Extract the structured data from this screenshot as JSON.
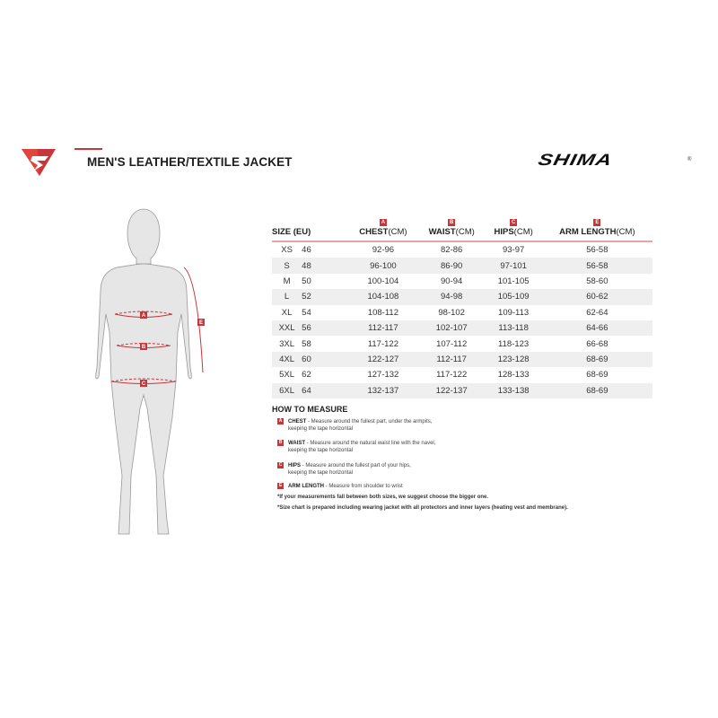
{
  "header": {
    "title": "MEN'S LEATHER/TEXTILE JACKET",
    "brand": "SHIMA",
    "brand_mark": "®"
  },
  "table": {
    "columns": [
      {
        "label": "SIZE (EU)",
        "badge": "",
        "unit": ""
      },
      {
        "label": "CHEST",
        "badge": "A",
        "unit": "(CM)"
      },
      {
        "label": "WAIST",
        "badge": "B",
        "unit": "(CM)"
      },
      {
        "label": "HIPS",
        "badge": "C",
        "unit": "(CM)"
      },
      {
        "label": "ARM LENGTH",
        "badge": "E",
        "unit": "(CM)"
      }
    ],
    "rows": [
      [
        "XS",
        "46",
        "92-96",
        "82-86",
        "93-97",
        "56-58"
      ],
      [
        "S",
        "48",
        "96-100",
        "86-90",
        "97-101",
        "56-58"
      ],
      [
        "M",
        "50",
        "100-104",
        "90-94",
        "101-105",
        "58-60"
      ],
      [
        "L",
        "52",
        "104-108",
        "94-98",
        "105-109",
        "60-62"
      ],
      [
        "XL",
        "54",
        "108-112",
        "98-102",
        "109-113",
        "62-64"
      ],
      [
        "XXL",
        "56",
        "112-117",
        "102-107",
        "113-118",
        "64-66"
      ],
      [
        "3XL",
        "58",
        "117-122",
        "107-112",
        "118-123",
        "66-68"
      ],
      [
        "4XL",
        "60",
        "122-127",
        "112-117",
        "123-128",
        "68-69"
      ],
      [
        "5XL",
        "62",
        "127-132",
        "117-122",
        "128-133",
        "68-69"
      ],
      [
        "6XL",
        "64",
        "132-137",
        "122-137",
        "133-138",
        "68-69"
      ]
    ]
  },
  "how_to_measure": {
    "title": "HOW TO MEASURE",
    "items": [
      {
        "badge": "A",
        "name": "CHEST",
        "line1": " - Measure around the fullest part, under the armpits,",
        "line2": "keeping the tape horizontal"
      },
      {
        "badge": "B",
        "name": "WAIST",
        "line1": " - Measure around the natural waist line with the navel,",
        "line2": "keeping the tape horizontal"
      },
      {
        "badge": "C",
        "name": "HIPS",
        "line1": " - Measure around the fullest part of your hips,",
        "line2": "keeping the tape horizontal"
      },
      {
        "badge": "E",
        "name": "ARM LENGTH",
        "line1": " - Measure from shoulder to wrist",
        "line2": ""
      }
    ],
    "notes": [
      "*If your measurements fall between both sizes, we suggest choose the bigger one.",
      "*Size chart is prepared including wearing jacket with all protectors and inner layers (heating vest and membrane)."
    ]
  },
  "figure": {
    "markers": [
      "A",
      "B",
      "C",
      "E"
    ]
  },
  "colors": {
    "accent": "#c8353a",
    "row_alt": "#efefef",
    "body": "#e6e6e6"
  }
}
